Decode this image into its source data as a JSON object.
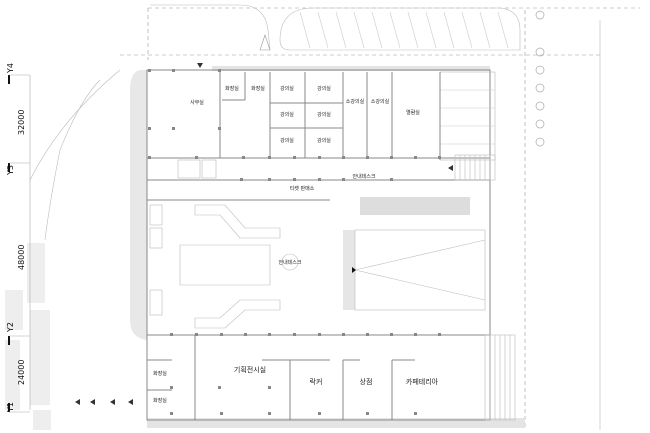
{
  "plan": {
    "rooms_top": {
      "office": "사무실",
      "restroom_1": "화장실",
      "restroom_2": "화장실",
      "classroom_1": "강의실",
      "classroom_2": "강의실",
      "classroom_3": "강의실",
      "classroom_4": "강의실",
      "classroom_5": "강의실",
      "classroom_6": "강의실",
      "small_lecture_1": "소강의실",
      "small_lecture_2": "소강의실",
      "reading_room": "열람실"
    },
    "middle": {
      "info_desk": "안내데스크",
      "ticket_office": "티켓 판매소",
      "lobby_desk": "안내데스크"
    },
    "rooms_bottom": {
      "exhibition": "기획전시실",
      "locker": "락커",
      "shop": "상점",
      "cafeteria": "카페테리아",
      "restroom_1": "화장실",
      "restroom_2": "화장실"
    },
    "grid_axes": {
      "y4": "Y4",
      "y3": "Y3",
      "y2": "Y2",
      "y1": "Y1",
      "span_y3_y4": "32000",
      "span_y2_y3": "48000",
      "span_y1_y2": "24000"
    }
  }
}
